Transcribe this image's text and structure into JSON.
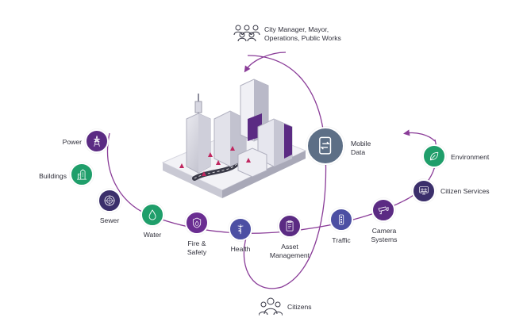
{
  "colors": {
    "purple": "#5b2b83",
    "magenta": "#8e3a8f",
    "violet": "#6a2d91",
    "green": "#1f9e6a",
    "teal": "#2aa17a",
    "indigo": "#4c4fa3",
    "slate": "#5d6f86",
    "arc": "#8a3c98",
    "ink": "#2f2f3a"
  },
  "header": {
    "stakeholders": "City Manager, Mayor,\nOperations, Public Works",
    "citizens": "Citizens"
  },
  "center": {
    "mobile_data": "Mobile\nData"
  },
  "nodes": [
    {
      "id": "power",
      "label": "Power",
      "icon": "pylon-icon",
      "color": "#5b2b83"
    },
    {
      "id": "buildings",
      "label": "Buildings",
      "icon": "building-icon",
      "color": "#1f9e6a"
    },
    {
      "id": "sewer",
      "label": "Sewer",
      "icon": "manhole-icon",
      "color": "#3b2f6b"
    },
    {
      "id": "water",
      "label": "Water",
      "icon": "water-drop-icon",
      "color": "#1f9e6a"
    },
    {
      "id": "fire",
      "label": "Fire &\nSafety",
      "icon": "shield-flame-icon",
      "color": "#6a2d91"
    },
    {
      "id": "health",
      "label": "Health",
      "icon": "caduceus-icon",
      "color": "#4c4fa3"
    },
    {
      "id": "asset",
      "label": "Asset\nManagement",
      "icon": "clipboard-icon",
      "color": "#5b2b83"
    },
    {
      "id": "traffic",
      "label": "Traffic",
      "icon": "traffic-light-icon",
      "color": "#4c4fa3"
    },
    {
      "id": "camera",
      "label": "Camera\nSystems",
      "icon": "camera-icon",
      "color": "#5b2b83"
    },
    {
      "id": "citizen_services",
      "label": "Citizen Services",
      "icon": "people-screen-icon",
      "color": "#3b2f6b"
    },
    {
      "id": "environment",
      "label": "Environment",
      "icon": "leaf-icon",
      "color": "#1f9e6a"
    }
  ]
}
